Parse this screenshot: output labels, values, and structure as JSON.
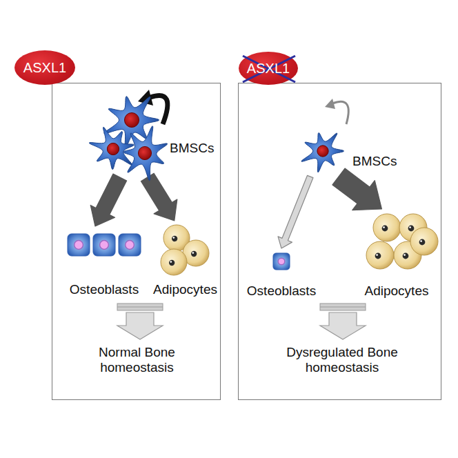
{
  "diagram": {
    "nodes": [
      {
        "text": [
          "ASXL1"
        ]
      },
      {
        "text": [
          "BMSCs"
        ],
        "in": 0
      },
      {
        "text": [
          "Osteoblasts"
        ],
        "in": 0
      },
      {
        "text": [
          "Adipocytes"
        ],
        "in": 0
      },
      {
        "text": [
          "Normal Bone homeostasis"
        ],
        "in": 0
      },
      {
        "text": [
          "ASXL1"
        ]
      },
      {
        "text": [
          "BMSCs"
        ],
        "in": 5
      },
      {
        "text": [
          "Osteoblasts"
        ],
        "in": 5
      },
      {
        "text": [
          "Adipocytes"
        ],
        "in": 5
      },
      {
        "text": [
          "Dysregulated Bone homeostasis"
        ],
        "in": 5
      }
    ],
    "edges": [
      {
        "from": 1,
        "to": 2,
        "arrow": "to"
      },
      {
        "from": 1,
        "to": 3,
        "arrow": "to"
      },
      {
        "from": 6,
        "to": 7,
        "arrow": "to"
      },
      {
        "from": 6,
        "to": 8,
        "arrow": "to"
      }
    ]
  }
}
